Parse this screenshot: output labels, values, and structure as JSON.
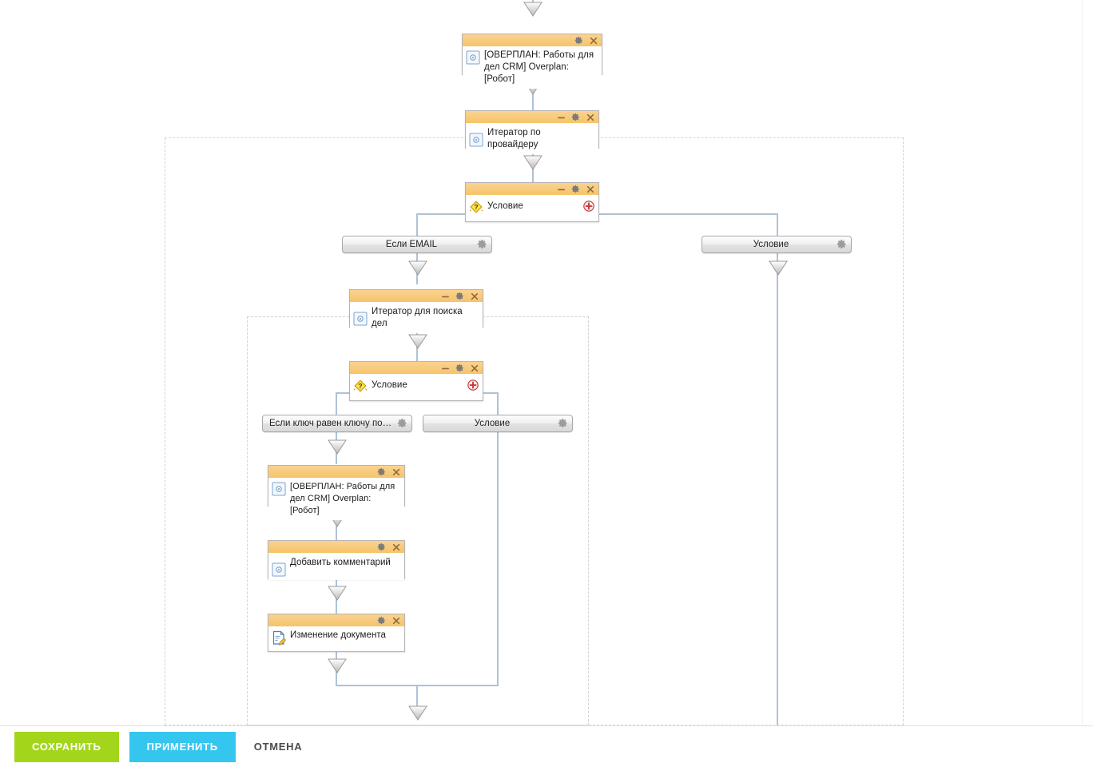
{
  "app": {
    "kind": "business-process-designer",
    "canvas_background": "#ffffff",
    "connector_color": "#aec2d6",
    "node_title_color": "#f5c46a",
    "region_border_color": "#d2d2d2"
  },
  "toolbar": {
    "save_label": "СОХРАНИТЬ",
    "apply_label": "ПРИМЕНИТЬ",
    "cancel_label": "ОТМЕНА",
    "save_color": "#a3d61a",
    "apply_color": "#35c6ef",
    "cancel_color": "#4b4b4b"
  },
  "icons": {
    "gear": "gear-icon",
    "close": "close-icon",
    "minimize": "minimize-icon",
    "plus": "plus-icon",
    "activity": "activity-square-icon",
    "condition": "condition-diamond-icon",
    "document": "document-edit-icon",
    "arrow": "arrow-down-icon"
  },
  "nodes": [
    {
      "id": "overplan-top",
      "label": "[ОВЕРПЛАН: Работы для дел CRM] Overplan: [Робот]",
      "icon": "activity-square-icon",
      "has_minimize": false,
      "has_gear": true,
      "has_close": true,
      "has_plus": false,
      "clipped": true
    },
    {
      "id": "iterator-provider",
      "label": "Итератор по провайдеру",
      "icon": "activity-square-icon",
      "has_minimize": true,
      "has_gear": true,
      "has_close": true,
      "has_plus": false,
      "clipped": false
    },
    {
      "id": "condition-outer",
      "label": "Условие",
      "icon": "condition-diamond-icon",
      "has_minimize": true,
      "has_gear": true,
      "has_close": true,
      "has_plus": true,
      "clipped": false
    },
    {
      "id": "iterator-search",
      "label": "Итератор для поиска дел",
      "icon": "activity-square-icon",
      "has_minimize": true,
      "has_gear": true,
      "has_close": true,
      "has_plus": false,
      "clipped": false
    },
    {
      "id": "condition-inner",
      "label": "Условие",
      "icon": "condition-diamond-icon",
      "has_minimize": true,
      "has_gear": true,
      "has_close": true,
      "has_plus": true,
      "clipped": false
    },
    {
      "id": "overplan-inner",
      "label": "[ОВЕРПЛАН: Работы для дел CRM] Overplan: [Робот]",
      "icon": "activity-square-icon",
      "has_minimize": false,
      "has_gear": true,
      "has_close": true,
      "has_plus": false,
      "clipped": true
    },
    {
      "id": "add-comment",
      "label": "Добавить комментарий",
      "icon": "activity-square-icon",
      "has_minimize": false,
      "has_gear": true,
      "has_close": true,
      "has_plus": false,
      "clipped": false
    },
    {
      "id": "change-document",
      "label": "Изменение документа",
      "icon": "document-edit-icon",
      "has_minimize": false,
      "has_gear": true,
      "has_close": true,
      "has_plus": false,
      "clipped": false
    }
  ],
  "branches": [
    {
      "id": "branch-if-email",
      "label": "Если EMAIL",
      "align": "center"
    },
    {
      "id": "branch-condition-right",
      "label": "Условие",
      "align": "center"
    },
    {
      "id": "branch-if-key-equal",
      "label": "Если ключ равен ключу по пр...",
      "align": "left"
    },
    {
      "id": "branch-condition-inner",
      "label": "Условие",
      "align": "center"
    }
  ]
}
